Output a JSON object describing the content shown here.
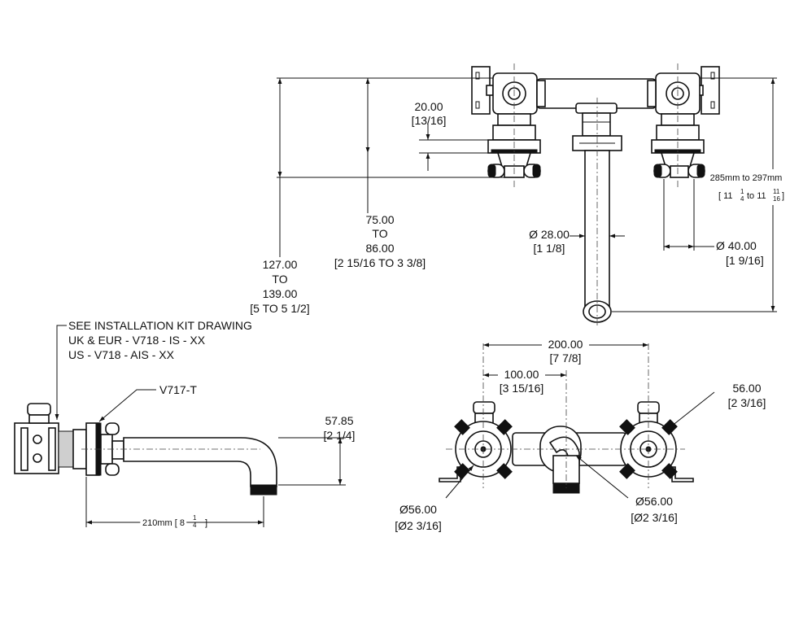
{
  "top_view": {
    "dim_20": {
      "value": "20.00",
      "imperial": "[13/16]"
    },
    "dim_75_86": {
      "line1": "75.00",
      "line2": "TO",
      "line3": "86.00",
      "imperial": "[2 15/16 TO 3 3/8]"
    },
    "dim_127_139": {
      "line1": "127.00",
      "line2": "TO",
      "line3": "139.00",
      "imperial": "[5 TO 5 1/2]"
    },
    "dim_spout_dia": {
      "value": "Ø 28.00",
      "imperial": "[1 1/8]"
    },
    "dim_body_dia": {
      "value": "Ø  40.00",
      "imperial": "[1 9/16]"
    },
    "dim_length": {
      "value": "285mm to 297mm",
      "imperial_open": "[ 11",
      "imperial_mid": "to 11",
      "imperial_close": "]",
      "frac1_num": "1",
      "frac1_den": "4",
      "frac2_num": "11",
      "frac2_den": "16"
    }
  },
  "side_view": {
    "note_line1": "SEE INSTALLATION KIT DRAWING",
    "note_line2": "UK & EUR - V718 - IS - XX",
    "note_line3": "US - V718 - AIS - XX",
    "part_code": "V717-T",
    "dim_height": {
      "value": "57.85",
      "imperial": "[2 1/4]"
    },
    "dim_reach": {
      "value": "210mm [ 8",
      "close": "]",
      "frac_num": "1",
      "frac_den": "4"
    }
  },
  "front_view": {
    "dim_200": {
      "value": "200.00",
      "imperial": "[7 7/8]"
    },
    "dim_100": {
      "value": "100.00",
      "imperial": "[3 15/16]"
    },
    "dim_56_top": {
      "value": "56.00",
      "imperial": "[2 3/16]"
    },
    "dim_56_left": {
      "value": "Ø56.00",
      "imperial": "[Ø2 3/16]"
    },
    "dim_56_right": {
      "value": "Ø56.00",
      "imperial": "[Ø2 3/16]"
    }
  }
}
